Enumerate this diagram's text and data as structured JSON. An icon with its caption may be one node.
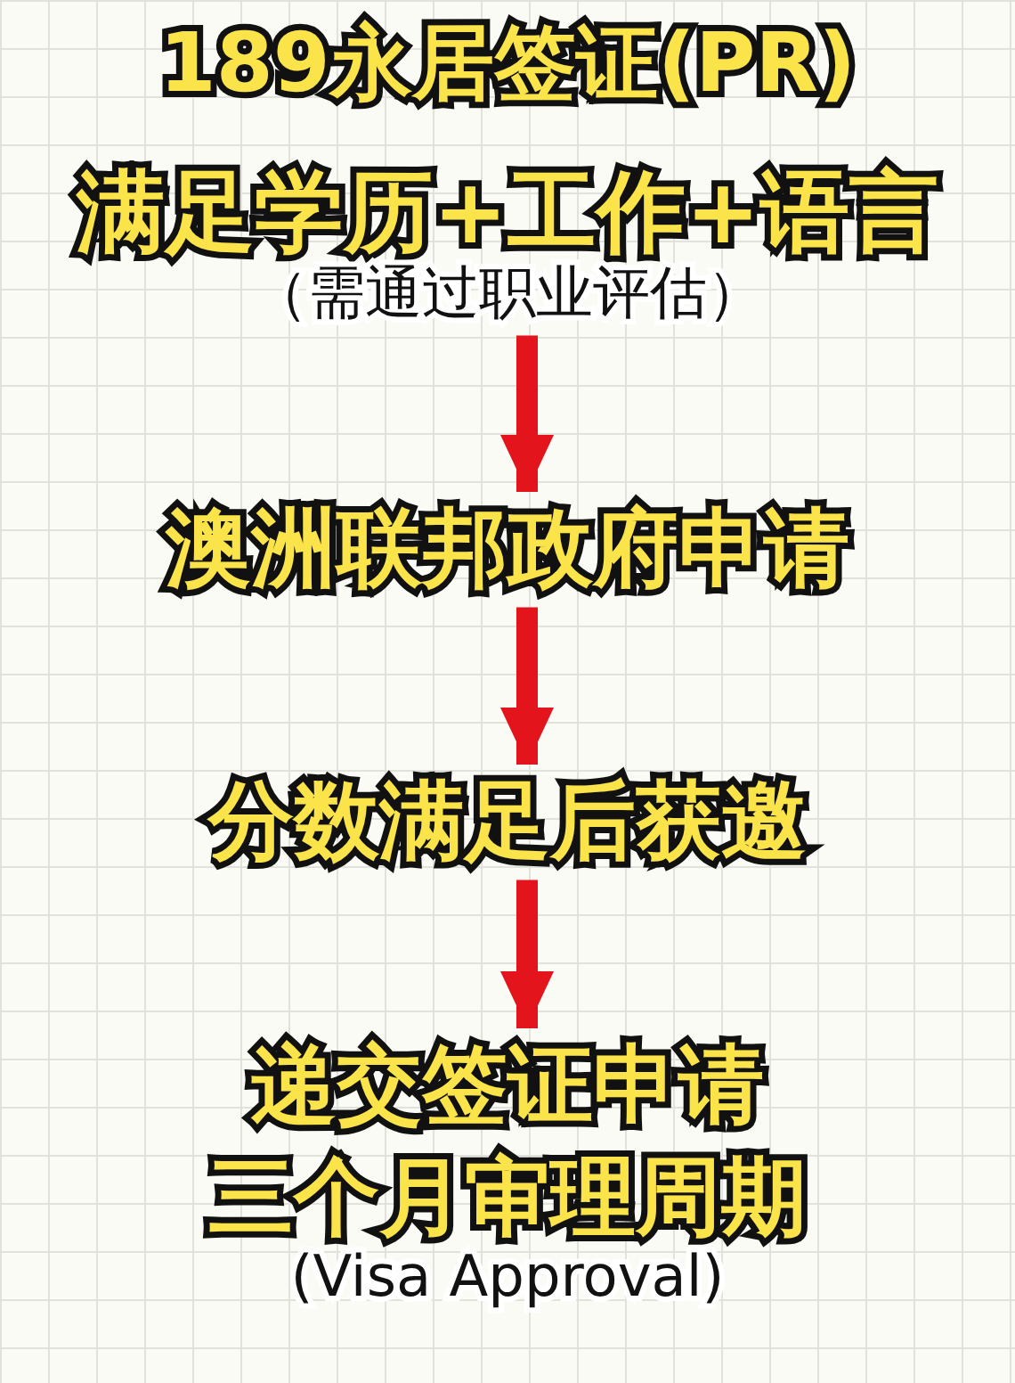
{
  "diagram": {
    "title": "189永居签证(PR)",
    "nodes": [
      {
        "text": [
          "满足学历+工作+语言",
          "（需通过职业评估）"
        ]
      },
      {
        "text": [
          "澳洲联邦政府申请"
        ]
      },
      {
        "text": [
          "分数满足后获邀"
        ]
      },
      {
        "text": [
          "递交签证申请",
          "三个月审理周期",
          "(Visa Approval)"
        ]
      }
    ],
    "edges": [
      {
        "from": 0,
        "to": 1,
        "arrow": "to"
      },
      {
        "from": 1,
        "to": 2,
        "arrow": "to"
      },
      {
        "from": 2,
        "to": 3,
        "arrow": "to"
      }
    ]
  }
}
